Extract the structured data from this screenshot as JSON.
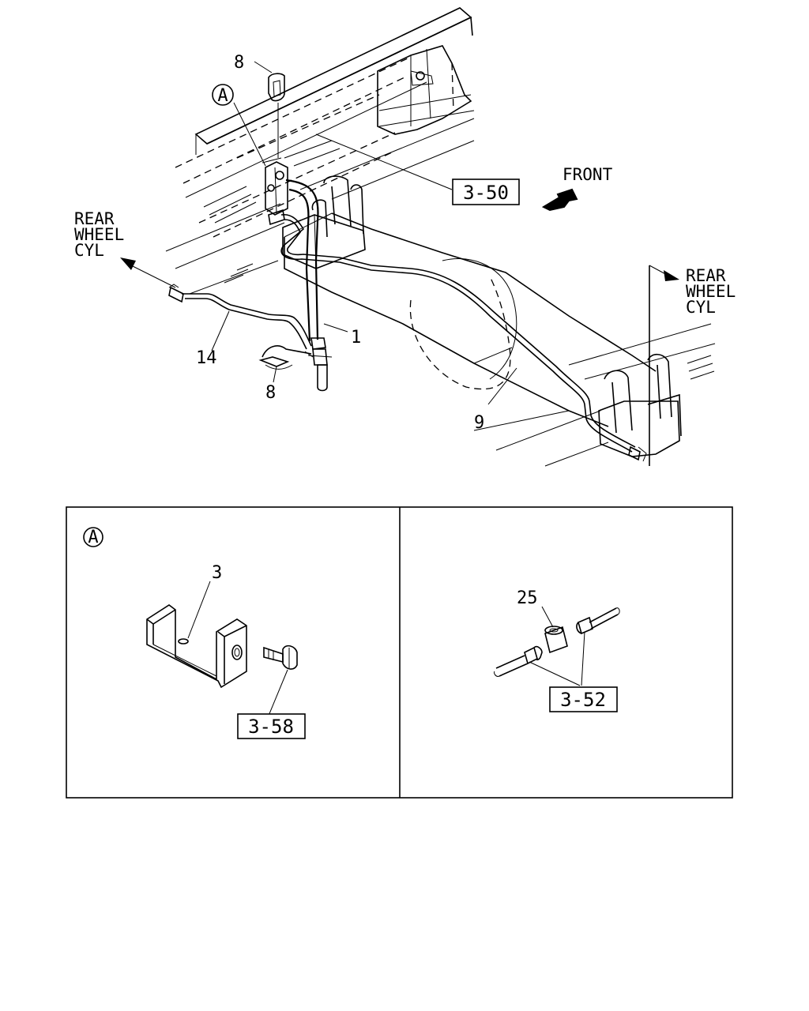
{
  "callouts": {
    "clip_top": "8",
    "clip_bottom": "8",
    "hose": "1",
    "pipe_left": "14",
    "pipe_right": "9",
    "bracket": "3",
    "union": "25",
    "detail_a_marker": "A",
    "view_a_marker": "A"
  },
  "references": {
    "frame": "3-50",
    "bolt": "3-58",
    "flare_nut": "3-52"
  },
  "directions": {
    "front": "FRONT",
    "left_wheel": [
      "REAR",
      "WHEEL",
      "CYL"
    ],
    "right_wheel": [
      "REAR",
      "WHEEL",
      "CYL"
    ]
  }
}
